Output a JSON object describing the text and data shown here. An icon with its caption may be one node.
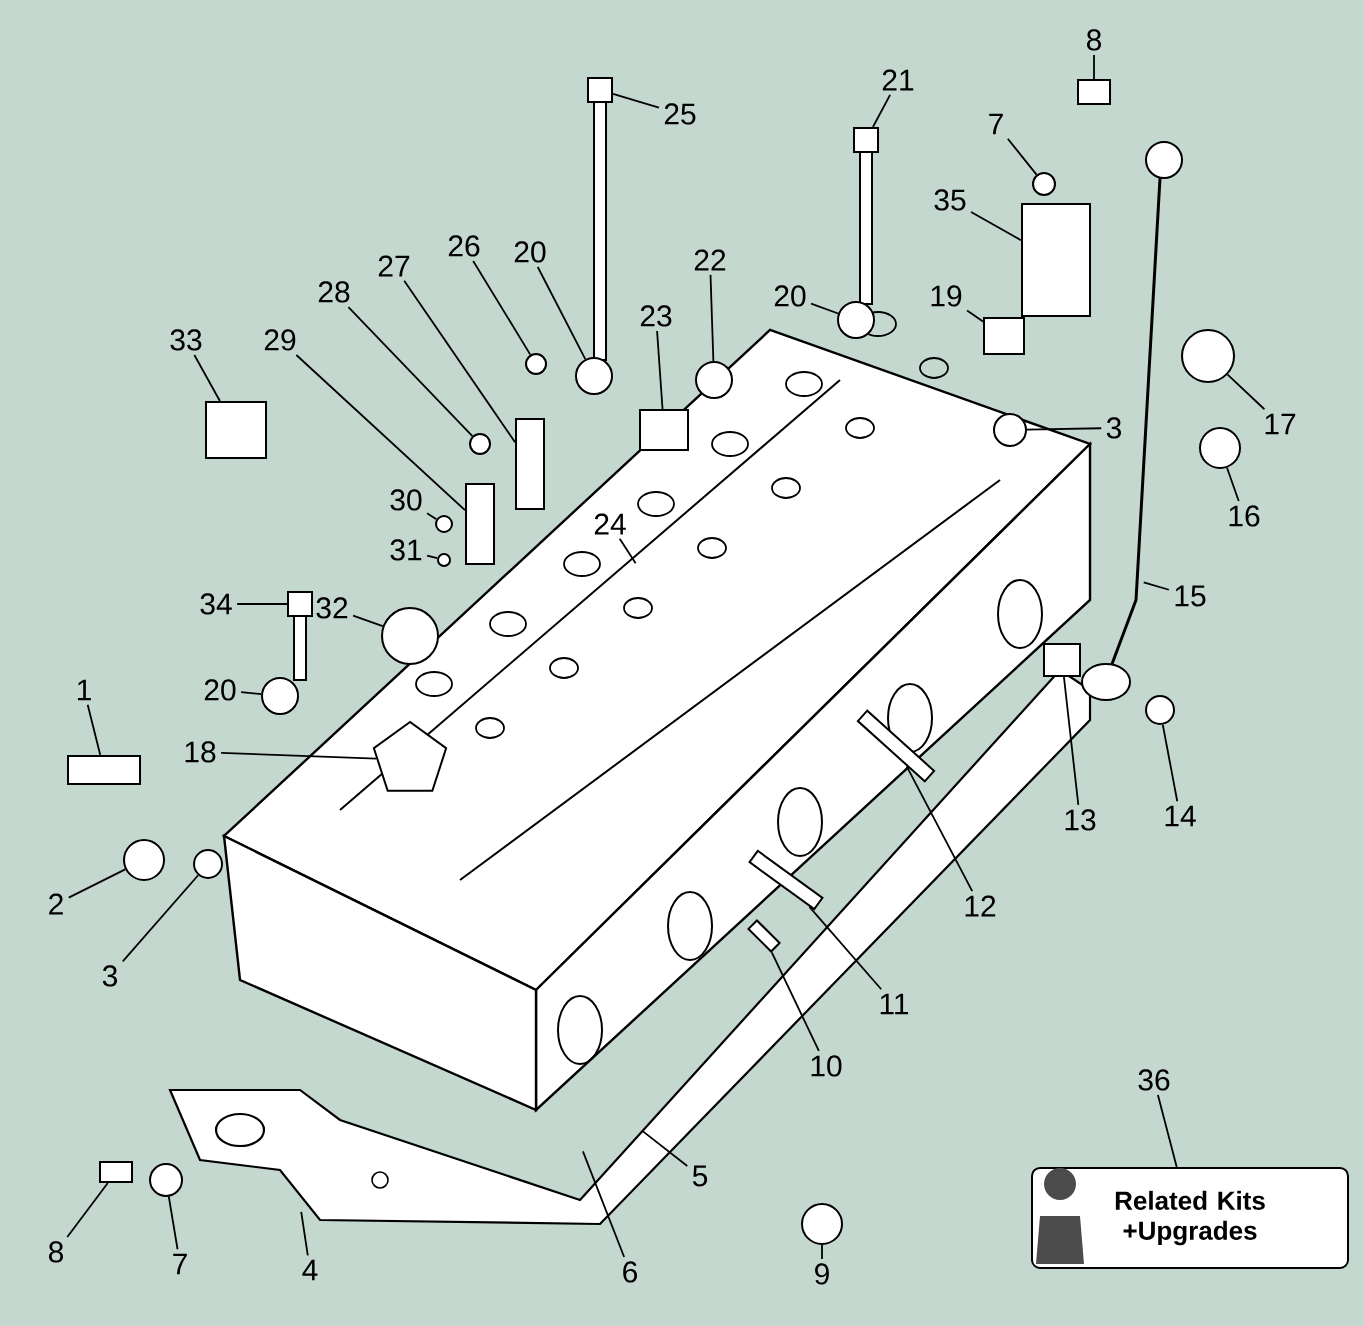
{
  "diagram": {
    "nodes": [
      {
        "text": [
          "1"
        ]
      },
      {
        "text": [
          "2"
        ]
      },
      {
        "text": [
          "3"
        ]
      },
      {
        "text": [
          "3"
        ]
      },
      {
        "text": [
          "4"
        ]
      },
      {
        "text": [
          "5"
        ]
      },
      {
        "text": [
          "6"
        ]
      },
      {
        "text": [
          "7"
        ]
      },
      {
        "text": [
          "7"
        ]
      },
      {
        "text": [
          "8"
        ]
      },
      {
        "text": [
          "8"
        ]
      },
      {
        "text": [
          "9"
        ]
      },
      {
        "text": [
          "10"
        ]
      },
      {
        "text": [
          "11"
        ]
      },
      {
        "text": [
          "12"
        ]
      },
      {
        "text": [
          "13"
        ]
      },
      {
        "text": [
          "14"
        ]
      },
      {
        "text": [
          "15"
        ]
      },
      {
        "text": [
          "16"
        ]
      },
      {
        "text": [
          "17"
        ]
      },
      {
        "text": [
          "18"
        ]
      },
      {
        "text": [
          "19"
        ]
      },
      {
        "text": [
          "20"
        ]
      },
      {
        "text": [
          "20"
        ]
      },
      {
        "text": [
          "20"
        ]
      },
      {
        "text": [
          "21"
        ]
      },
      {
        "text": [
          "22"
        ]
      },
      {
        "text": [
          "23"
        ]
      },
      {
        "text": [
          "24"
        ]
      },
      {
        "text": [
          "25"
        ]
      },
      {
        "text": [
          "26"
        ]
      },
      {
        "text": [
          "27"
        ]
      },
      {
        "text": [
          "28"
        ]
      },
      {
        "text": [
          "29"
        ]
      },
      {
        "text": [
          "30"
        ]
      },
      {
        "text": [
          "31"
        ]
      },
      {
        "text": [
          "32"
        ]
      },
      {
        "text": [
          "33"
        ]
      },
      {
        "text": [
          "34"
        ]
      },
      {
        "text": [
          "35"
        ]
      },
      {
        "text": [
          "36"
        ]
      },
      {
        "text": [
          "Related Kits +Upgrades"
        ]
      },
      {
        "text": [],
        "shape": "box"
      },
      {
        "text": [],
        "shape": "circle"
      },
      {
        "text": [],
        "shape": "circle"
      },
      {
        "text": [],
        "shape": "circle"
      },
      {
        "text": [],
        "shape": "circle"
      },
      {
        "text": [],
        "shape": "circle"
      },
      {
        "text": [],
        "shape": "box"
      },
      {
        "text": [],
        "shape": "box"
      },
      {
        "text": [],
        "shape": "circle"
      },
      {
        "text": [],
        "shape": "bar"
      },
      {
        "text": [],
        "shape": "bar"
      },
      {
        "text": [],
        "shape": "bar"
      },
      {
        "text": [],
        "shape": "box"
      },
      {
        "text": [],
        "shape": "circle"
      },
      {
        "text": [],
        "shape": "circle"
      },
      {
        "text": [],
        "shape": "circle"
      },
      {
        "text": [],
        "shape": "pentagon"
      },
      {
        "text": [],
        "shape": "box"
      },
      {
        "text": [],
        "shape": "circle"
      },
      {
        "text": [],
        "shape": "circle"
      },
      {
        "text": [],
        "shape": "circle"
      },
      {
        "text": [],
        "shape": "box"
      },
      {
        "text": [],
        "shape": "circle"
      },
      {
        "text": [],
        "shape": "box"
      },
      {
        "text": [],
        "shape": "box"
      },
      {
        "text": [],
        "shape": "circle"
      },
      {
        "text": [],
        "shape": "box"
      },
      {
        "text": [],
        "shape": "circle"
      },
      {
        "text": [],
        "shape": "box"
      },
      {
        "text": [],
        "shape": "circle"
      },
      {
        "text": [],
        "shape": "circle"
      },
      {
        "text": [],
        "shape": "circle"
      },
      {
        "text": [],
        "shape": "box"
      },
      {
        "text": [],
        "shape": "box"
      },
      {
        "text": [],
        "shape": "box"
      }
    ],
    "edges": [
      {
        "from": 0,
        "to": 42,
        "arrow": "none"
      },
      {
        "from": 1,
        "to": 43,
        "arrow": "none"
      },
      {
        "from": 2,
        "to": 44,
        "arrow": "none"
      },
      {
        "from": 3,
        "to": 45,
        "arrow": "none"
      },
      {
        "from": 4,
        "to": null,
        "arrow": "none"
      },
      {
        "from": 5,
        "to": null,
        "arrow": "none"
      },
      {
        "from": 6,
        "to": null,
        "arrow": "none"
      },
      {
        "from": 7,
        "to": 46,
        "arrow": "none"
      },
      {
        "from": 8,
        "to": 47,
        "arrow": "none"
      },
      {
        "from": 9,
        "to": 48,
        "arrow": "none"
      },
      {
        "from": 10,
        "to": 49,
        "arrow": "none"
      },
      {
        "from": 11,
        "to": 50,
        "arrow": "none"
      },
      {
        "from": 12,
        "to": 51,
        "arrow": "none"
      },
      {
        "from": 13,
        "to": 52,
        "arrow": "none"
      },
      {
        "from": 14,
        "to": 53,
        "arrow": "none"
      },
      {
        "from": 15,
        "to": 54,
        "arrow": "none"
      },
      {
        "from": 16,
        "to": 55,
        "arrow": "none"
      },
      {
        "from": 17,
        "to": null,
        "arrow": "none"
      },
      {
        "from": 18,
        "to": 56,
        "arrow": "none"
      },
      {
        "from": 19,
        "to": 57,
        "arrow": "none"
      },
      {
        "from": 20,
        "to": 58,
        "arrow": "none"
      },
      {
        "from": 21,
        "to": 59,
        "arrow": "none"
      },
      {
        "from": 22,
        "to": 60,
        "arrow": "none"
      },
      {
        "from": 23,
        "to": 61,
        "arrow": "none"
      },
      {
        "from": 24,
        "to": 62,
        "arrow": "none"
      },
      {
        "from": 25,
        "to": 63,
        "arrow": "none"
      },
      {
        "from": 26,
        "to": 64,
        "arrow": "none"
      },
      {
        "from": 27,
        "to": 65,
        "arrow": "none"
      },
      {
        "from": 28,
        "to": null,
        "arrow": "none"
      },
      {
        "from": 29,
        "to": 66,
        "arrow": "none"
      },
      {
        "from": 30,
        "to": 67,
        "arrow": "none"
      },
      {
        "from": 31,
        "to": 68,
        "arrow": "none"
      },
      {
        "from": 32,
        "to": 69,
        "arrow": "none"
      },
      {
        "from": 33,
        "to": 70,
        "arrow": "none"
      },
      {
        "from": 34,
        "to": 71,
        "arrow": "none"
      },
      {
        "from": 35,
        "to": 72,
        "arrow": "none"
      },
      {
        "from": 36,
        "to": 73,
        "arrow": "none"
      },
      {
        "from": 37,
        "to": 74,
        "arrow": "none"
      },
      {
        "from": 38,
        "to": 75,
        "arrow": "none"
      },
      {
        "from": 39,
        "to": 76,
        "arrow": "none"
      },
      {
        "from": 40,
        "to": 41,
        "arrow": "none"
      }
    ]
  }
}
